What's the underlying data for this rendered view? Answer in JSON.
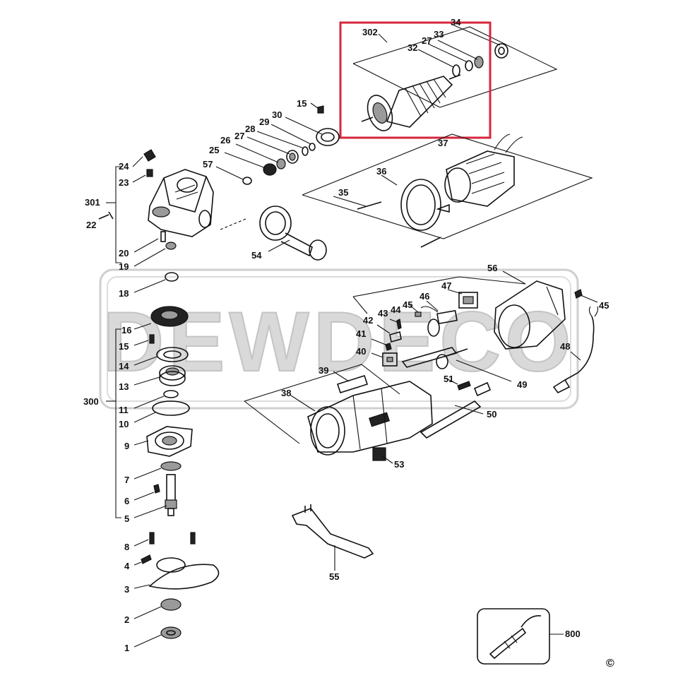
{
  "watermark": {
    "text": "DEWDECO"
  },
  "copyright_symbol": "©",
  "highlight": {
    "color": "#d7263d",
    "target_label": "302"
  },
  "labels": {
    "l302": "302",
    "l34": "34",
    "l33": "33",
    "l27a": "27",
    "l32": "32",
    "l15a": "15",
    "l30": "30",
    "l29": "29",
    "l28": "28",
    "l27b": "27",
    "l26": "26",
    "l25": "25",
    "l57": "57",
    "l24": "24",
    "l23": "23",
    "l301": "301",
    "l22": "22",
    "l20": "20",
    "l19": "19",
    "l37": "37",
    "l36": "36",
    "l35": "35",
    "l54": "54",
    "l18": "18",
    "l16": "16",
    "l15b": "15",
    "l14": "14",
    "l13": "13",
    "l300": "300",
    "l11": "11",
    "l10": "10",
    "l9": "9",
    "l7": "7",
    "l6": "6",
    "l5": "5",
    "l8": "8",
    "l4": "4",
    "l3": "3",
    "l2": "2",
    "l1": "1",
    "l56": "56",
    "l47": "47",
    "l46": "46",
    "l45a": "45",
    "l44": "44",
    "l43": "43",
    "l42": "42",
    "l41": "41",
    "l40": "40",
    "l45b": "45",
    "l48": "48",
    "l39": "39",
    "l38": "38",
    "l49": "49",
    "l51": "51",
    "l50": "50",
    "l53": "53",
    "l55": "55",
    "l800": "800"
  }
}
